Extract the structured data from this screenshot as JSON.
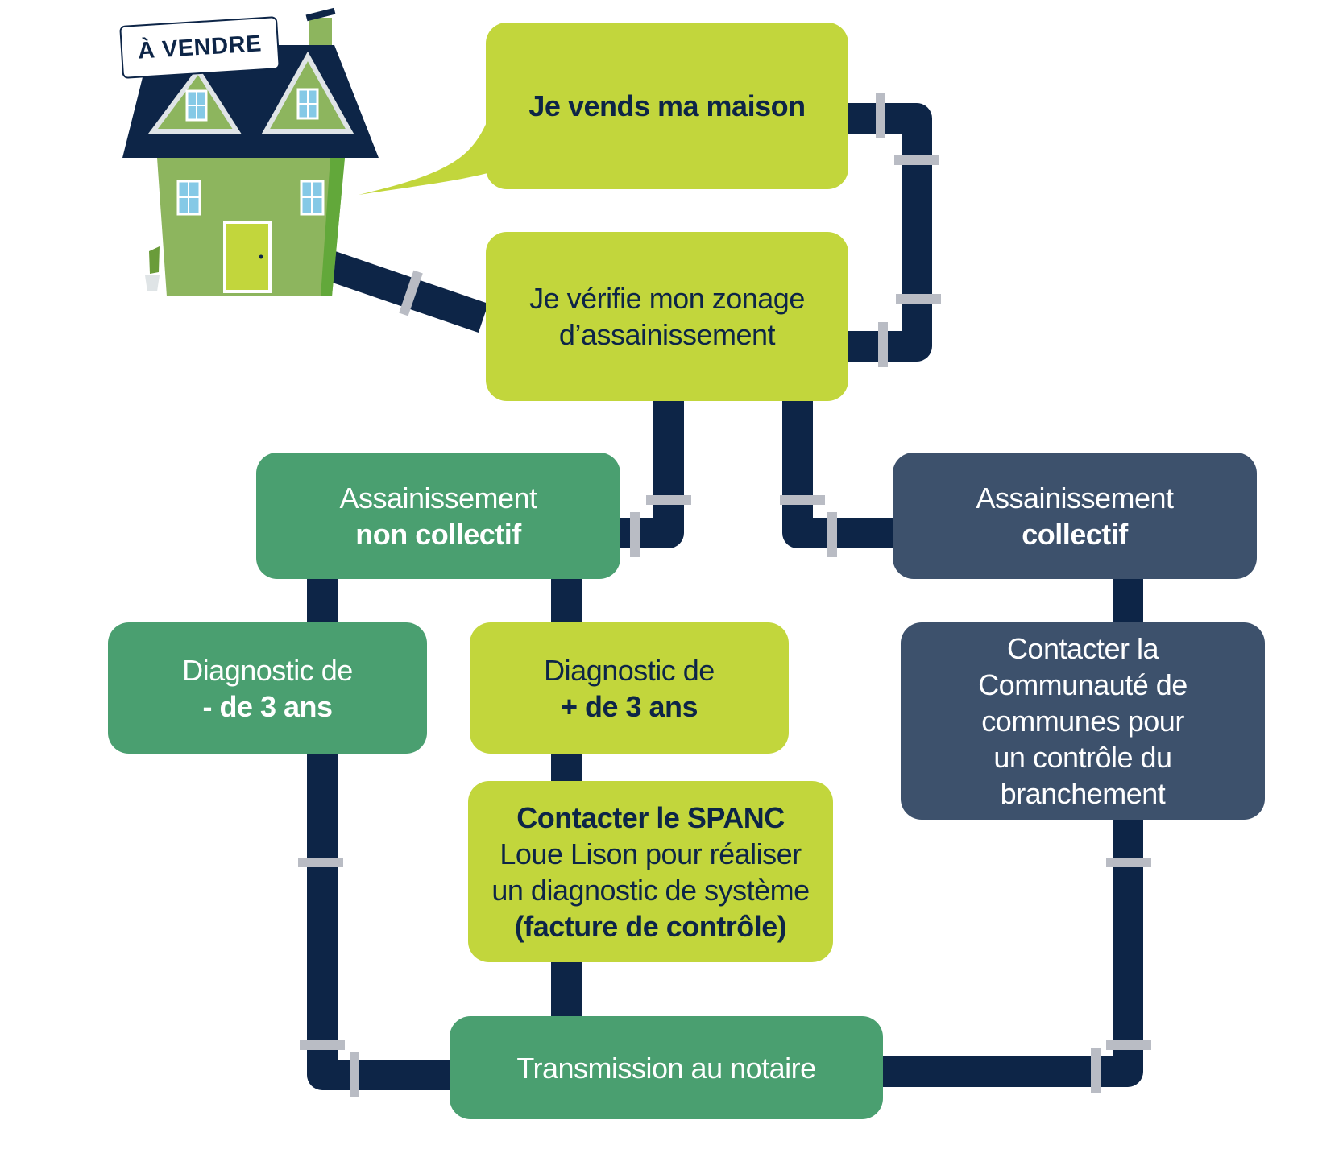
{
  "house": {
    "sign_label": "À VENDRE"
  },
  "steps": {
    "sell": {
      "lines": [
        "Je vends ma maison"
      ]
    },
    "zoning": {
      "lines": [
        "Je vérifie mon zonage",
        "d’assainissement"
      ]
    },
    "non_collectif": {
      "lines": [
        "Assainissement",
        "non collectif"
      ]
    },
    "collectif": {
      "lines": [
        "Assainissement",
        "collectif"
      ]
    },
    "diag_less": {
      "lines": [
        "Diagnostic de",
        "- de 3 ans"
      ]
    },
    "diag_more": {
      "lines": [
        "Diagnostic de",
        "+ de 3 ans"
      ]
    },
    "spanc": {
      "lines": [
        "Contacter le SPANC",
        "Loue Lison pour réaliser",
        "un diagnostic de système",
        "(facture de contrôle)"
      ]
    },
    "communaute": {
      "lines": [
        "Contacter la",
        "Communauté de",
        "communes pour",
        "un contrôle du",
        "branchement"
      ]
    },
    "notaire": {
      "lines": [
        "Transmission au notaire"
      ]
    }
  },
  "colors": {
    "lime": "#c2d63c",
    "green": "#4a9f70",
    "slate": "#3d516c",
    "pipe": "#0d2547",
    "coupling": "#b9bcc4",
    "house_wall": "#8db55e",
    "house_roof": "#0d2547"
  }
}
